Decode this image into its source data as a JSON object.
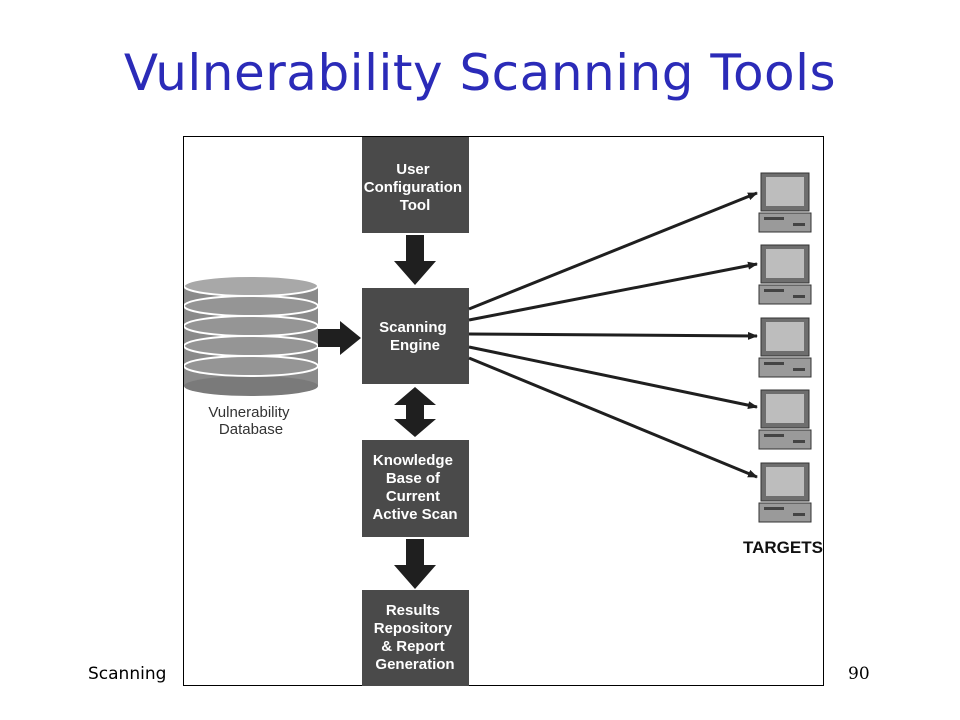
{
  "slide": {
    "title": "Vulnerability Scanning Tools",
    "footer_left": "Scanning",
    "page_number": "90"
  },
  "diagram": {
    "boxes": {
      "user_config": [
        "User",
        "Configuration",
        "Tool"
      ],
      "scanning_engine": [
        "Scanning",
        "Engine"
      ],
      "knowledge_base": [
        "Knowledge",
        "Base of",
        "Current",
        "Active Scan"
      ],
      "results": [
        "Results",
        "Repository",
        "& Report",
        "Generation"
      ]
    },
    "database_label": [
      "Vulnerability",
      "Database"
    ],
    "targets_label": "TARGETS",
    "target_count": 5,
    "colors": {
      "title": "#2b2bb8",
      "box_fill": "#4a4a4a",
      "arrow": "#1f1f1f",
      "db_fill": "#8a8a8a"
    }
  }
}
